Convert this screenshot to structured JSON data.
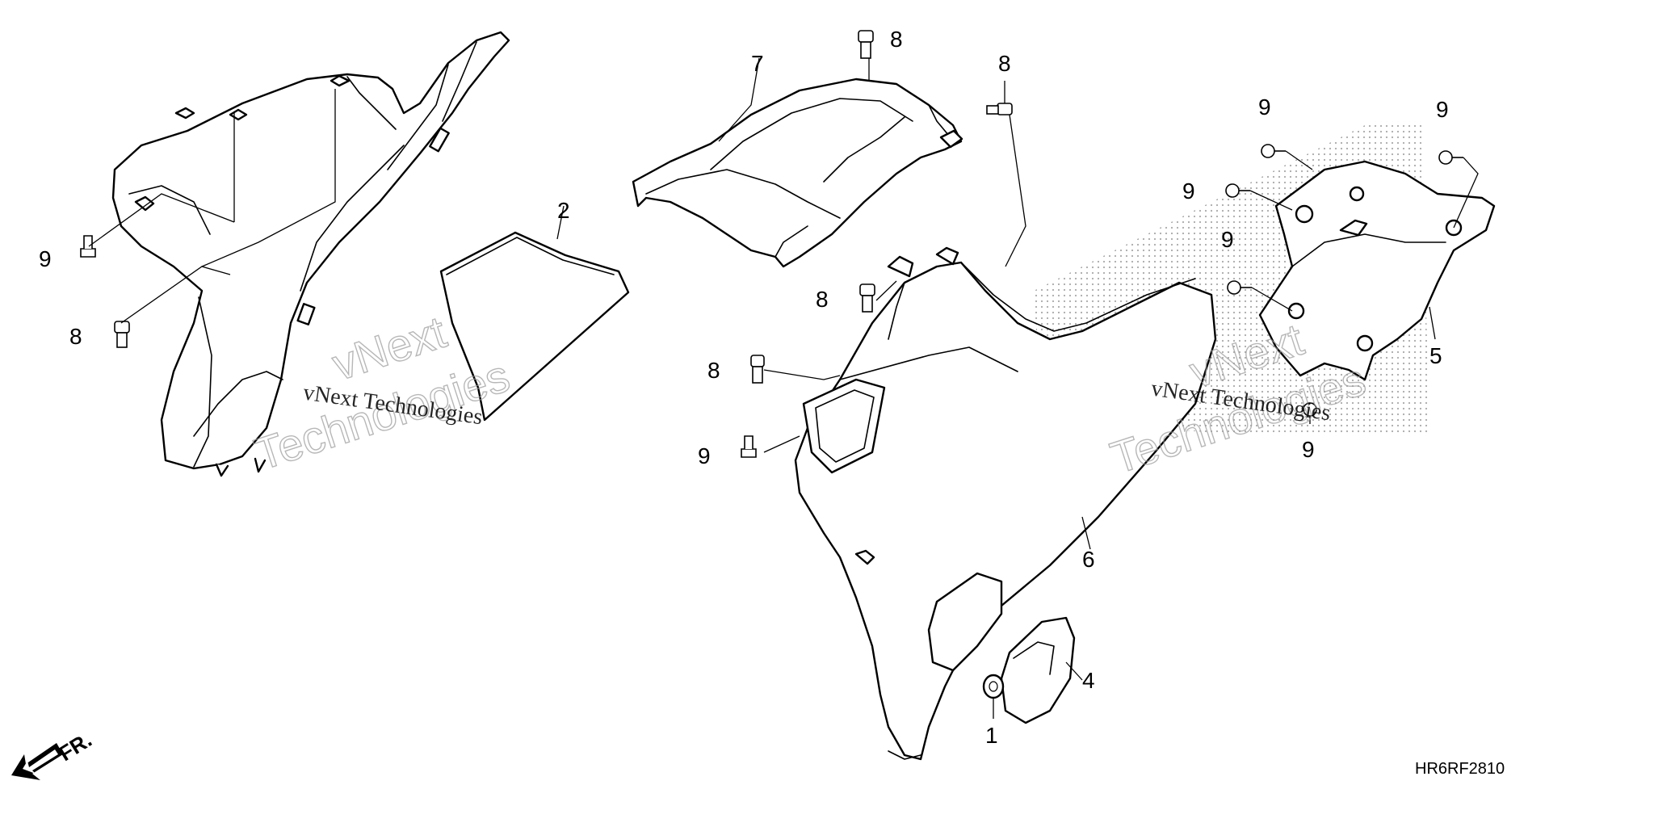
{
  "diagram": {
    "parts": [
      {
        "id": "left-side-cover"
      },
      {
        "id": "part-2-panel",
        "callout": "2"
      },
      {
        "id": "part-7-upper-cover",
        "callout": "7"
      },
      {
        "id": "part-6-side-cover",
        "callout": "6"
      },
      {
        "id": "part-5-plate",
        "callout": "5"
      },
      {
        "id": "part-4-lid",
        "callout": "4"
      },
      {
        "id": "part-1-grommet",
        "callout": "1"
      }
    ],
    "callouts": {
      "c1": "1",
      "c2": "2",
      "c4": "4",
      "c5": "5",
      "c6": "6",
      "c7": "7",
      "c8_top": "8",
      "c8_right": "8",
      "c8_mid": "8",
      "c8_left2": "8",
      "c8_left": "8",
      "c9_left": "9",
      "c9_mid": "9",
      "c9_r1": "9",
      "c9_r2": "9",
      "c9_r3": "9",
      "c9_r4": "9",
      "c9_r5": "9"
    },
    "watermark_small": "vNext Technologies",
    "watermark_large_1": "vNext",
    "watermark_large_2": "Technologies",
    "front_indicator": "FR.",
    "diagram_code": "HR6RF2810"
  }
}
